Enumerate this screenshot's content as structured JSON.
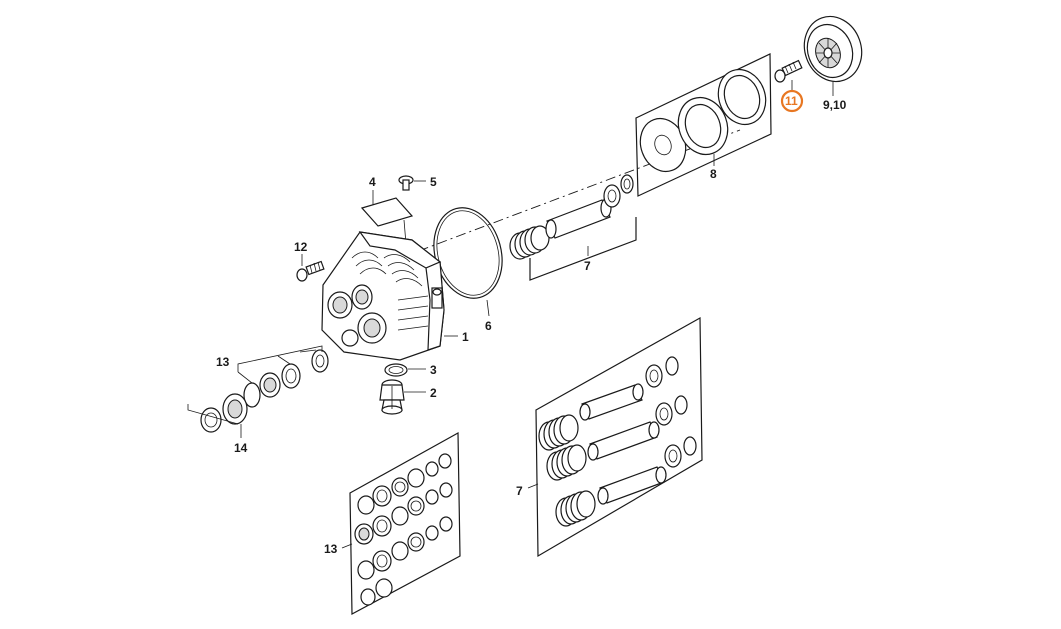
{
  "diagram": {
    "highlight_color": "#e87722",
    "line_color": "#1a1a1a",
    "callouts": {
      "c1": "1",
      "c2": "2",
      "c3": "3",
      "c4": "4",
      "c5": "5",
      "c6": "6",
      "c7a": "7",
      "c7b": "7",
      "c8": "8",
      "c910": "9,10",
      "c11": "11",
      "c12": "12",
      "c13a": "13",
      "c13b": "13",
      "c14": "14"
    },
    "highlighted_callout": "11"
  }
}
